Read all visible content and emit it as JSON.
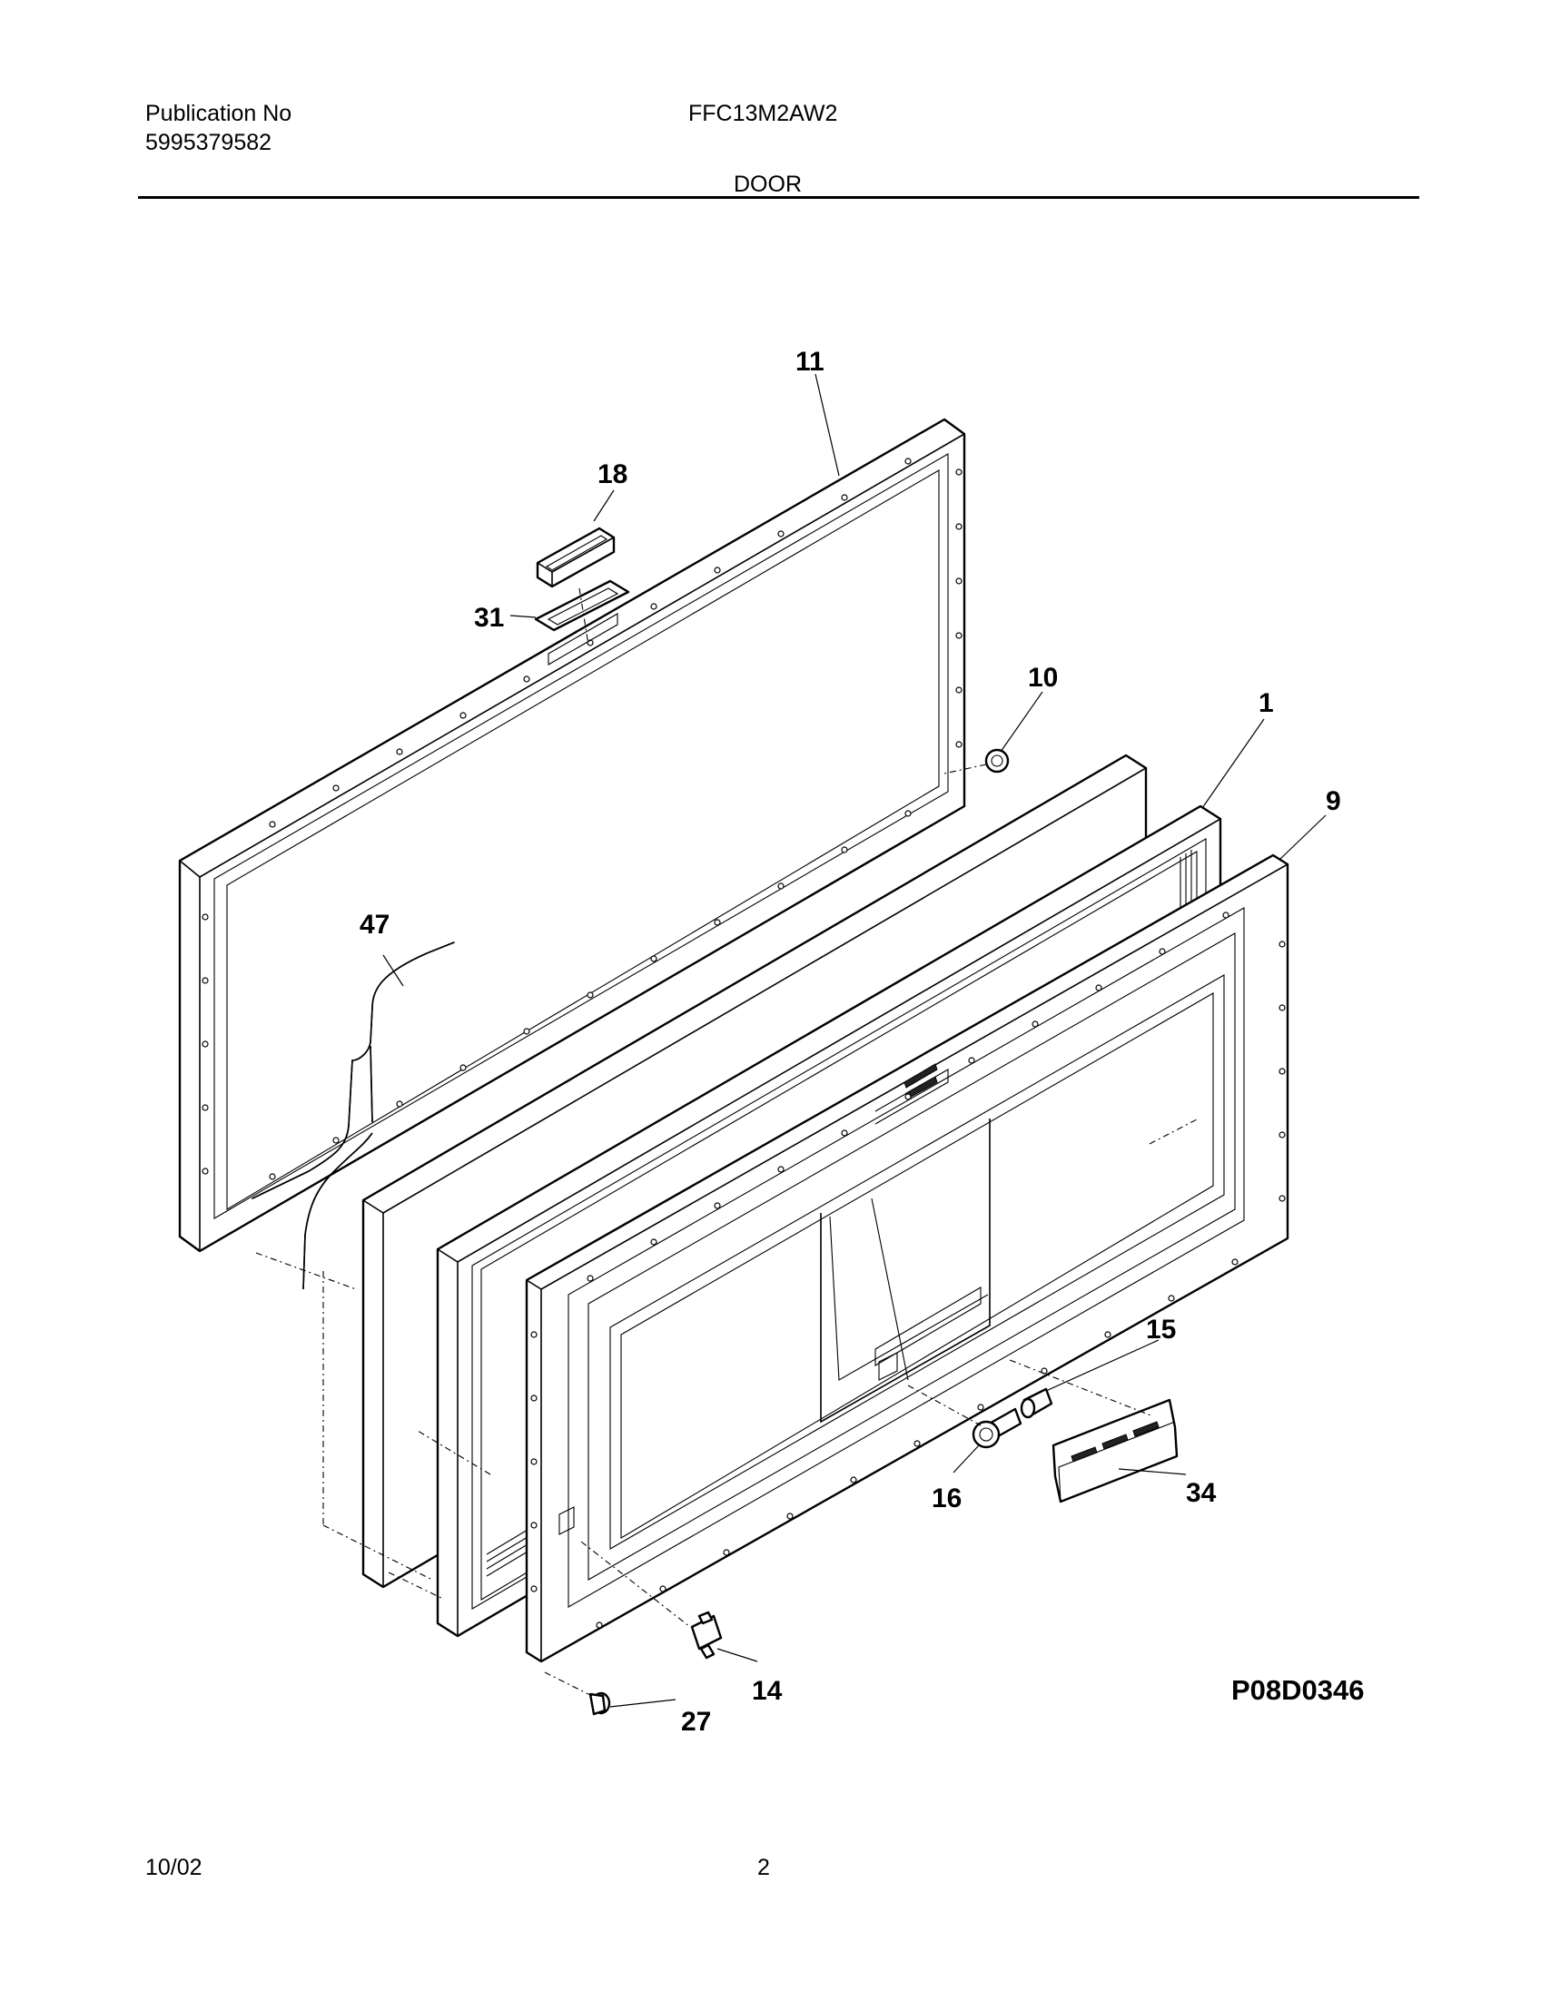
{
  "header": {
    "publication_label": "Publication No",
    "publication_number": "5995379582",
    "model": "FFC13M2AW2",
    "section": "DOOR"
  },
  "footer": {
    "date": "10/02",
    "page": "2"
  },
  "diagram": {
    "figure_id": "P08D0346",
    "callouts": {
      "c11": "11",
      "c18": "18",
      "c31": "31",
      "c10": "10",
      "c1": "1",
      "c9": "9",
      "c47": "47",
      "c15": "15",
      "c16": "16",
      "c34": "34",
      "c14": "14",
      "c27": "27"
    }
  }
}
